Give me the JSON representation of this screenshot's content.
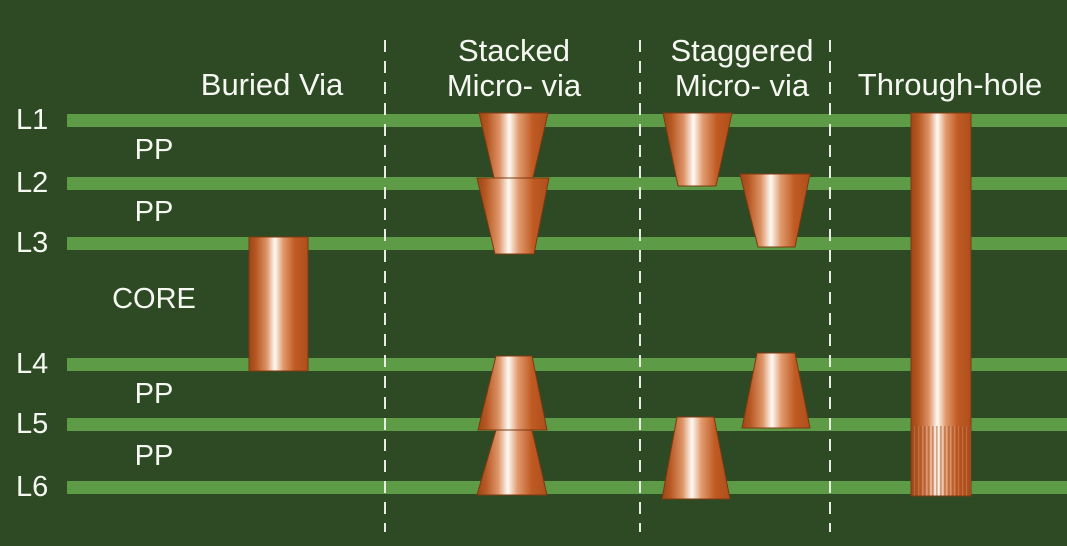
{
  "diagram": {
    "type": "pcb-via-types-cross-section",
    "colors": {
      "background": "#2d4a24",
      "layer_bar": "#5e9b47",
      "copper_dark": "#a84c1a",
      "copper_mid": "#c05a23",
      "copper_highlight": "#fffaf3",
      "divider_line": "#e7eee1",
      "text": "#f6f8f2"
    },
    "columns": {
      "buried": {
        "title": "Buried Via"
      },
      "stacked": {
        "title_line1": "Stacked",
        "title_line2": "Micro- via"
      },
      "staggered": {
        "title_line1": "Staggered",
        "title_line2": "Micro- via"
      },
      "through": {
        "title": "Through-hole"
      }
    },
    "layers": [
      {
        "label": "L1"
      },
      {
        "label": "L2"
      },
      {
        "label": "L3"
      },
      {
        "label": "L4"
      },
      {
        "label": "L5"
      },
      {
        "label": "L6"
      }
    ],
    "dielectrics": [
      {
        "label": "PP"
      },
      {
        "label": "PP"
      },
      {
        "label": "CORE"
      },
      {
        "label": "PP"
      },
      {
        "label": "PP"
      }
    ]
  }
}
